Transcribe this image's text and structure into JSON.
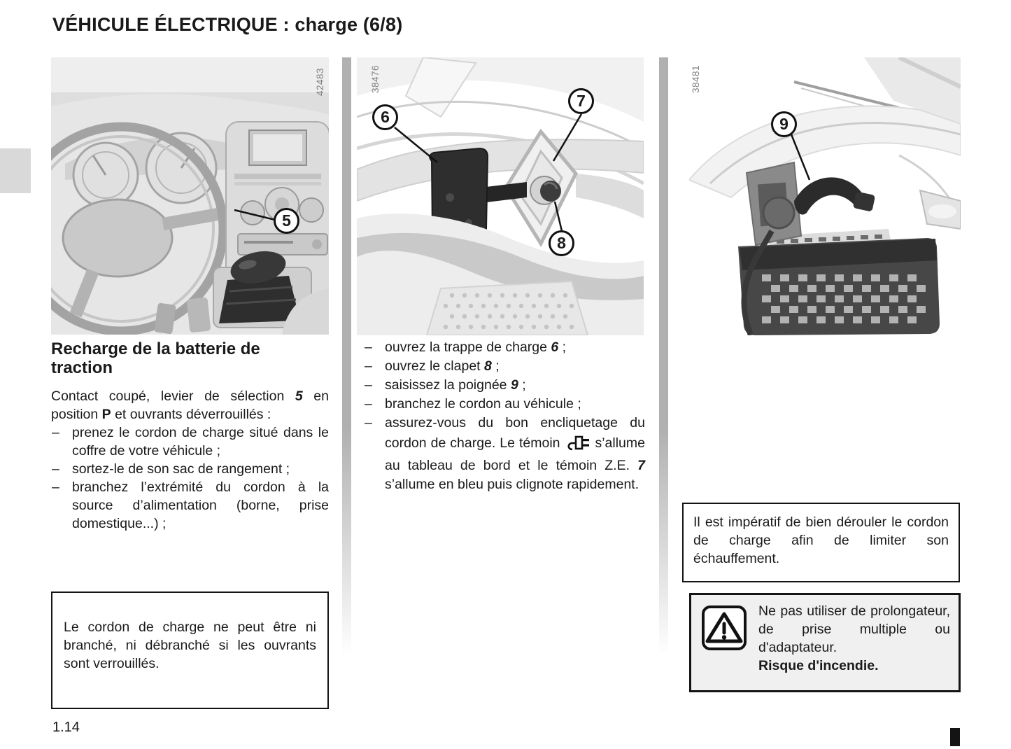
{
  "page": {
    "title": "VÉHICULE ÉLECTRIQUE : charge (6/8)",
    "page_number": "1.14"
  },
  "figures": {
    "dashboard": {
      "photo_code": "42483",
      "callout_5": "5"
    },
    "front": {
      "photo_code": "38476",
      "callout_6": "6",
      "callout_7": "7",
      "callout_8": "8"
    },
    "charging": {
      "photo_code": "38481",
      "callout_9": "9"
    }
  },
  "left_column": {
    "heading": "Recharge de la batterie de traction",
    "intro": {
      "pre": "Contact coupé, levier de sélection ",
      "lever_num": "5",
      "mid": " en position ",
      "position_letter": "P",
      "post": " et ouvrants déverrouillés :"
    },
    "bullets": [
      {
        "text": "prenez le cordon de charge situé dans le coffre de votre véhicule ;"
      },
      {
        "text": "sortez-le de son sac de rangement ;"
      },
      {
        "text": "branchez l’extrémité du cordon à la source d’alimentation (borne, prise domestique...) ;"
      }
    ],
    "note_box": "Le cordon de charge ne peut être ni branché, ni débranché si les ou­vrants sont verrouillés."
  },
  "middle_column": {
    "bullets": [
      {
        "pre": "ouvrez la trappe de charge ",
        "num": "6",
        "post": " ;"
      },
      {
        "pre": "ouvrez le clapet ",
        "num": "8",
        "post": " ;"
      },
      {
        "pre": "saisissez la poignée ",
        "num": "9",
        "post": " ;"
      },
      {
        "pre": "branchez le cordon au véhicule ;"
      },
      {
        "pre": "assurez-vous du bon encliquetage du cordon de charge. Le témoin ",
        "icon": "charging-indicator-plug-icon",
        "mid": " s’allume au tableau de bord et le témoin Z.E. ",
        "num": "7",
        "post": " s’allume en bleu puis clignote rapidement."
      }
    ]
  },
  "right_column": {
    "deroule_box": "Il est impératif de bien dérouler le cordon de charge afin de limiter son échauffement.",
    "warning_box": {
      "text": "Ne pas utiliser de prolon­gateur, de prise multiple ou d'adaptateur.",
      "bold_text": "Risque d'incendie."
    }
  }
}
